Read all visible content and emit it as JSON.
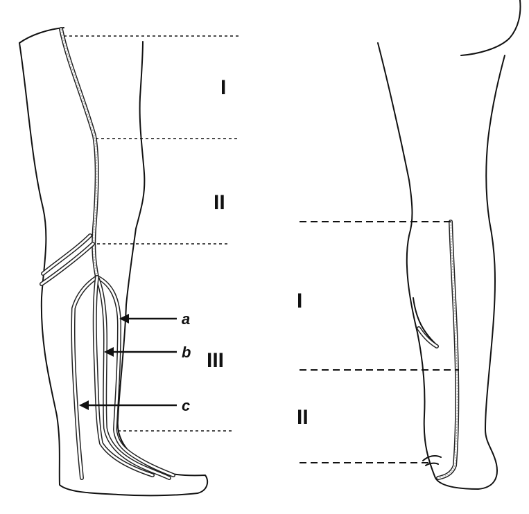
{
  "left_leg": {
    "zones": {
      "z1": "I",
      "z2": "II",
      "z3": "III"
    },
    "veins": {
      "a": "a",
      "b": "b",
      "c": "c"
    }
  },
  "right_leg": {
    "zones": {
      "z1": "I",
      "z2": "II"
    }
  }
}
